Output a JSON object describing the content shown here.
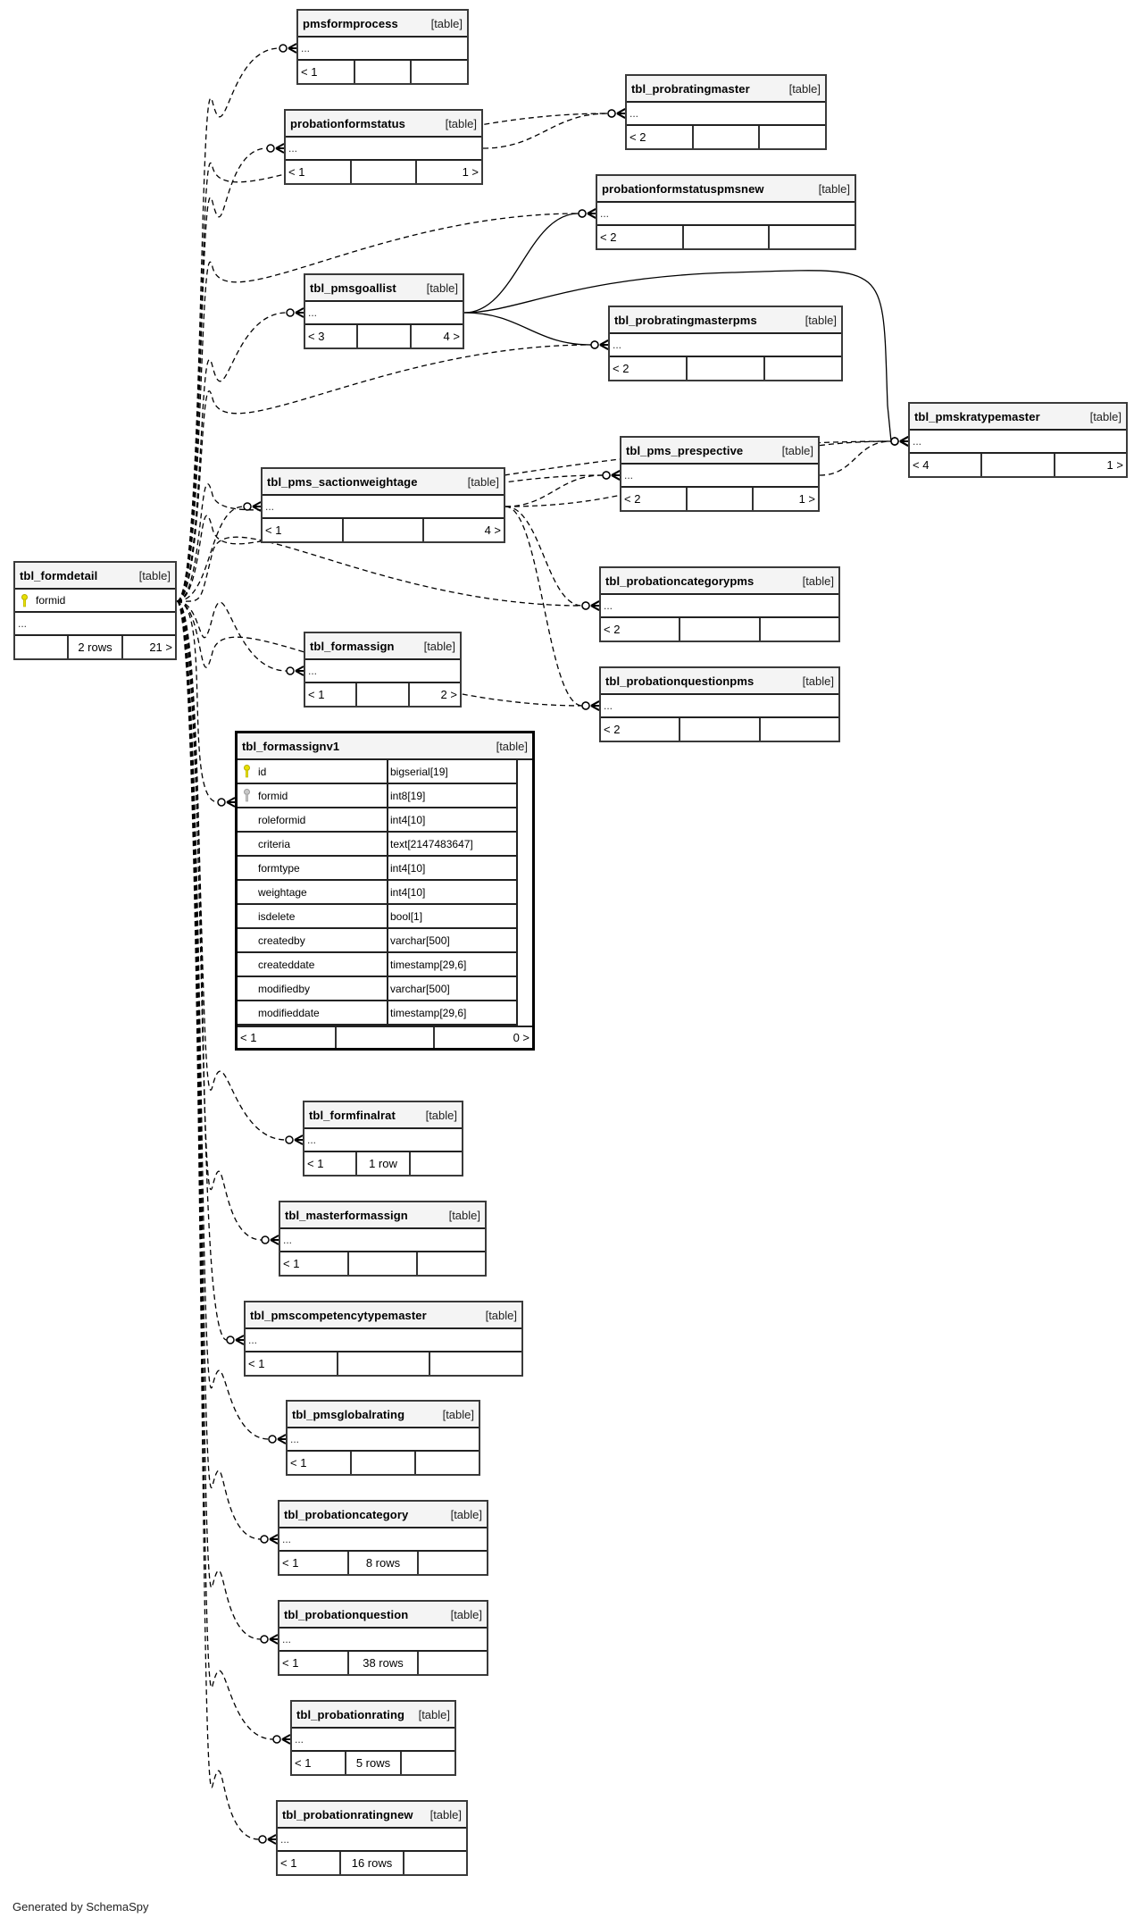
{
  "diagram": {
    "generator_note": "Generated by SchemaSpy",
    "table_kind_label": "[table]",
    "ellipsis": "...",
    "focus_table": {
      "id": "tbl_formassignv1",
      "name": "tbl_formassignv1",
      "kind": "[table]",
      "columns": [
        {
          "name": "id",
          "type": "bigserial[19]",
          "key": "primary"
        },
        {
          "name": "formid",
          "type": "int8[19]",
          "key": "foreign"
        },
        {
          "name": "roleformid",
          "type": "int4[10]",
          "key": ""
        },
        {
          "name": "criteria",
          "type": "text[2147483647]",
          "key": ""
        },
        {
          "name": "formtype",
          "type": "int4[10]",
          "key": ""
        },
        {
          "name": "weightage",
          "type": "int4[10]",
          "key": ""
        },
        {
          "name": "isdelete",
          "type": "bool[1]",
          "key": ""
        },
        {
          "name": "createdby",
          "type": "varchar[500]",
          "key": ""
        },
        {
          "name": "createddate",
          "type": "timestamp[29,6]",
          "key": ""
        },
        {
          "name": "modifiedby",
          "type": "varchar[500]",
          "key": ""
        },
        {
          "name": "modifieddate",
          "type": "timestamp[29,6]",
          "key": ""
        }
      ],
      "footer": {
        "parents": "< 1",
        "rows": "",
        "children": "0 >"
      }
    },
    "parent_table": {
      "id": "tbl_formdetail",
      "name": "tbl_formdetail",
      "kind": "[table]",
      "pk_column": "formid",
      "footer": {
        "parents": "",
        "rows": "2 rows",
        "children": "21 >"
      }
    },
    "tables": [
      {
        "id": "pmsformprocess",
        "name": "pmsformprocess",
        "kind": "[table]",
        "footer": {
          "parents": "< 1",
          "rows": "",
          "children": ""
        }
      },
      {
        "id": "probationformstatus",
        "name": "probationformstatus",
        "kind": "[table]",
        "footer": {
          "parents": "< 1",
          "rows": "",
          "children": "1 >"
        }
      },
      {
        "id": "tbl_probratingmaster",
        "name": "tbl_probratingmaster",
        "kind": "[table]",
        "footer": {
          "parents": "< 2",
          "rows": "",
          "children": ""
        }
      },
      {
        "id": "probationformstatuspmsnew",
        "name": "probationformstatuspmsnew",
        "kind": "[table]",
        "footer": {
          "parents": "< 2",
          "rows": "",
          "children": ""
        }
      },
      {
        "id": "tbl_pmsgoallist",
        "name": "tbl_pmsgoallist",
        "kind": "[table]",
        "footer": {
          "parents": "< 3",
          "rows": "",
          "children": "4 >"
        }
      },
      {
        "id": "tbl_probratingmasterpms",
        "name": "tbl_probratingmasterpms",
        "kind": "[table]",
        "footer": {
          "parents": "< 2",
          "rows": "",
          "children": ""
        }
      },
      {
        "id": "tbl_pmskratypemaster",
        "name": "tbl_pmskratypemaster",
        "kind": "[table]",
        "footer": {
          "parents": "< 4",
          "rows": "",
          "children": "1 >"
        }
      },
      {
        "id": "tbl_pms_prespective",
        "name": "tbl_pms_prespective",
        "kind": "[table]",
        "footer": {
          "parents": "< 2",
          "rows": "",
          "children": "1 >"
        }
      },
      {
        "id": "tbl_pms_sactionweightage",
        "name": "tbl_pms_sactionweightage",
        "kind": "[table]",
        "footer": {
          "parents": "< 1",
          "rows": "",
          "children": "4 >"
        }
      },
      {
        "id": "tbl_probationcategorypms",
        "name": "tbl_probationcategorypms",
        "kind": "[table]",
        "footer": {
          "parents": "< 2",
          "rows": "",
          "children": ""
        }
      },
      {
        "id": "tbl_formassign",
        "name": "tbl_formassign",
        "kind": "[table]",
        "footer": {
          "parents": "< 1",
          "rows": "",
          "children": "2 >"
        }
      },
      {
        "id": "tbl_probationquestionpms",
        "name": "tbl_probationquestionpms",
        "kind": "[table]",
        "footer": {
          "parents": "< 2",
          "rows": "",
          "children": ""
        }
      },
      {
        "id": "tbl_formfinalrat",
        "name": "tbl_formfinalrat",
        "kind": "[table]",
        "footer": {
          "parents": "< 1",
          "rows": "1 row",
          "children": ""
        }
      },
      {
        "id": "tbl_masterformassign",
        "name": "tbl_masterformassign",
        "kind": "[table]",
        "footer": {
          "parents": "< 1",
          "rows": "",
          "children": ""
        }
      },
      {
        "id": "tbl_pmscompetencytypemaster",
        "name": "tbl_pmscompetencytypemaster",
        "kind": "[table]",
        "footer": {
          "parents": "< 1",
          "rows": "",
          "children": ""
        }
      },
      {
        "id": "tbl_pmsglobalrating",
        "name": "tbl_pmsglobalrating",
        "kind": "[table]",
        "footer": {
          "parents": "< 1",
          "rows": "",
          "children": ""
        }
      },
      {
        "id": "tbl_probationcategory",
        "name": "tbl_probationcategory",
        "kind": "[table]",
        "footer": {
          "parents": "< 1",
          "rows": "8 rows",
          "children": ""
        }
      },
      {
        "id": "tbl_probationquestion",
        "name": "tbl_probationquestion",
        "kind": "[table]",
        "footer": {
          "parents": "< 1",
          "rows": "38 rows",
          "children": ""
        }
      },
      {
        "id": "tbl_probationrating",
        "name": "tbl_probationrating",
        "kind": "[table]",
        "footer": {
          "parents": "< 1",
          "rows": "5 rows",
          "children": ""
        }
      },
      {
        "id": "tbl_probationratingnew",
        "name": "tbl_probationratingnew",
        "kind": "[table]",
        "footer": {
          "parents": "< 1",
          "rows": "16 rows",
          "children": ""
        }
      }
    ],
    "relationships": [
      {
        "from": "tbl_formdetail",
        "to": "pmsformprocess",
        "style": "dashed"
      },
      {
        "from": "tbl_formdetail",
        "to": "probationformstatus",
        "style": "dashed"
      },
      {
        "from": "tbl_formdetail",
        "to": "tbl_probratingmaster",
        "style": "dashed"
      },
      {
        "from": "tbl_formdetail",
        "to": "probationformstatuspmsnew",
        "style": "dashed"
      },
      {
        "from": "tbl_formdetail",
        "to": "tbl_pmsgoallist",
        "style": "dashed"
      },
      {
        "from": "tbl_formdetail",
        "to": "tbl_probratingmasterpms",
        "style": "dashed"
      },
      {
        "from": "tbl_formdetail",
        "to": "tbl_pmskratypemaster",
        "style": "dashed"
      },
      {
        "from": "tbl_formdetail",
        "to": "tbl_pms_prespective",
        "style": "dashed"
      },
      {
        "from": "tbl_formdetail",
        "to": "tbl_pms_sactionweightage",
        "style": "dashed"
      },
      {
        "from": "tbl_formdetail",
        "to": "tbl_probationcategorypms",
        "style": "dashed"
      },
      {
        "from": "tbl_formdetail",
        "to": "tbl_formassign",
        "style": "dashed"
      },
      {
        "from": "tbl_formdetail",
        "to": "tbl_probationquestionpms",
        "style": "dashed"
      },
      {
        "from": "tbl_formdetail",
        "to": "tbl_formassignv1",
        "style": "dashed"
      },
      {
        "from": "tbl_formdetail",
        "to": "tbl_formfinalrat",
        "style": "dashed"
      },
      {
        "from": "tbl_formdetail",
        "to": "tbl_masterformassign",
        "style": "dashed"
      },
      {
        "from": "tbl_formdetail",
        "to": "tbl_pmscompetencytypemaster",
        "style": "dashed"
      },
      {
        "from": "tbl_formdetail",
        "to": "tbl_pmsglobalrating",
        "style": "dashed"
      },
      {
        "from": "tbl_formdetail",
        "to": "tbl_probationcategory",
        "style": "dashed"
      },
      {
        "from": "tbl_formdetail",
        "to": "tbl_probationquestion",
        "style": "dashed"
      },
      {
        "from": "tbl_formdetail",
        "to": "tbl_probationrating",
        "style": "dashed"
      },
      {
        "from": "tbl_formdetail",
        "to": "tbl_probationratingnew",
        "style": "dashed"
      },
      {
        "from": "probationformstatus",
        "to": "tbl_probratingmaster",
        "style": "dashed"
      },
      {
        "from": "tbl_pmsgoallist",
        "to": "probationformstatuspmsnew",
        "style": "solid"
      },
      {
        "from": "tbl_pmsgoallist",
        "to": "tbl_probratingmasterpms",
        "style": "solid"
      },
      {
        "from": "tbl_pmsgoallist",
        "to": "tbl_pmskratypemaster",
        "style": "solid"
      },
      {
        "from": "tbl_pms_prespective",
        "to": "tbl_pmskratypemaster",
        "style": "dashed"
      },
      {
        "from": "tbl_pms_sactionweightage",
        "to": "tbl_pms_prespective",
        "style": "dashed"
      },
      {
        "from": "tbl_pms_sactionweightage",
        "to": "tbl_pmskratypemaster",
        "style": "dashed"
      },
      {
        "from": "tbl_pms_sactionweightage",
        "to": "tbl_probationcategorypms",
        "style": "dashed"
      },
      {
        "from": "tbl_pms_sactionweightage",
        "to": "tbl_probationquestionpms",
        "style": "dashed"
      }
    ]
  }
}
